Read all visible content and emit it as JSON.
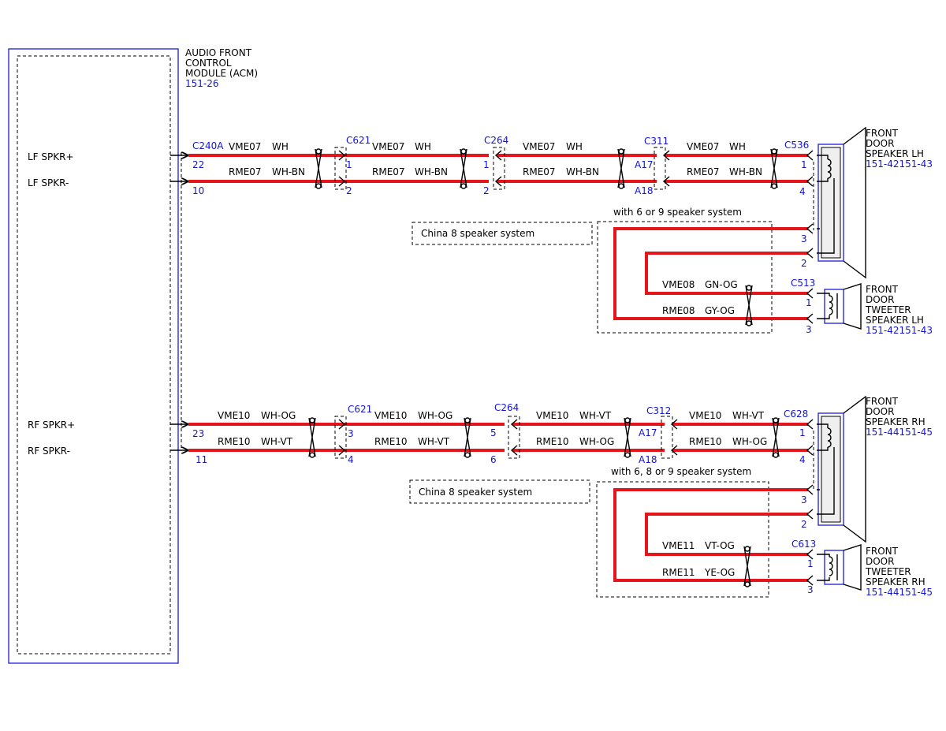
{
  "colors": {
    "wire": "#e4161b",
    "reference": "#1414d4",
    "module_border": "#2a2ae0",
    "module_fill": "#efefef"
  },
  "module": {
    "title_lines": [
      "AUDIO FRONT",
      "CONTROL",
      "MODULE (ACM)"
    ],
    "ref": "151-26",
    "pins": [
      "LF SPKR+",
      "LF SPKR-",
      "RF SPKR+",
      "RF SPKR-"
    ]
  },
  "connectors": {
    "c240a": "C240A",
    "c621_top": "C621",
    "c264_top": "C264",
    "c311": "C311",
    "c536": "C536",
    "c513": "C513",
    "c621_bot": "C621",
    "c264_bot": "C264",
    "c312": "C312",
    "c628": "C628",
    "c613": "C613"
  },
  "top": {
    "circuits": {
      "plus": {
        "name": "VME07",
        "color": "WH"
      },
      "minus": {
        "name": "RME07",
        "color": "WH-BN"
      }
    },
    "pins": {
      "c240a_plus": "22",
      "c240a_minus": "10",
      "c621_plus": "1",
      "c621_minus": "2",
      "c264_plus": "1",
      "c264_minus": "2",
      "c311_plus": "A17",
      "c311_minus": "A18",
      "c536_1": "1",
      "c536_4": "4",
      "c536_3": "3",
      "c536_2": "2",
      "c513_1": "1",
      "c513_3": "3"
    },
    "tweeter_circuits": {
      "plus": {
        "name": "VME08",
        "color": "GN-OG"
      },
      "minus": {
        "name": "RME08",
        "color": "GY-OG"
      }
    },
    "option_label": "with 6 or 9 speaker system",
    "china_label": "China 8 speaker system",
    "speaker": {
      "lines": [
        "FRONT",
        "DOOR",
        "SPEAKER LH"
      ],
      "ref": "151-42151-43"
    },
    "tweeter": {
      "lines": [
        "FRONT",
        "DOOR",
        "TWEETER",
        "SPEAKER LH"
      ],
      "ref": "151-42151-43"
    }
  },
  "bottom": {
    "circuits": {
      "plus_a": {
        "name": "VME10",
        "color": "WH-OG"
      },
      "minus_a": {
        "name": "RME10",
        "color": "WH-VT"
      },
      "plus_b": {
        "name": "VME10",
        "color": "WH-VT"
      },
      "minus_b": {
        "name": "RME10",
        "color": "WH-OG"
      }
    },
    "pins": {
      "c240a_plus": "23",
      "c240a_minus": "11",
      "c621_plus": "3",
      "c621_minus": "4",
      "c264_plus": "5",
      "c264_minus": "6",
      "c312_plus": "A17",
      "c312_minus": "A18",
      "c628_1": "1",
      "c628_4": "4",
      "c628_3": "3",
      "c628_2": "2",
      "c613_1": "1",
      "c613_3": "3"
    },
    "tweeter_circuits": {
      "plus": {
        "name": "VME11",
        "color": "VT-OG"
      },
      "minus": {
        "name": "RME11",
        "color": "YE-OG"
      }
    },
    "option_label": "with 6, 8 or 9 speaker system",
    "china_label": "China 8 speaker system",
    "speaker": {
      "lines": [
        "FRONT",
        "DOOR",
        "SPEAKER RH"
      ],
      "ref": "151-44151-45"
    },
    "tweeter": {
      "lines": [
        "FRONT",
        "DOOR",
        "TWEETER",
        "SPEAKER RH"
      ],
      "ref": "151-44151-45"
    }
  }
}
